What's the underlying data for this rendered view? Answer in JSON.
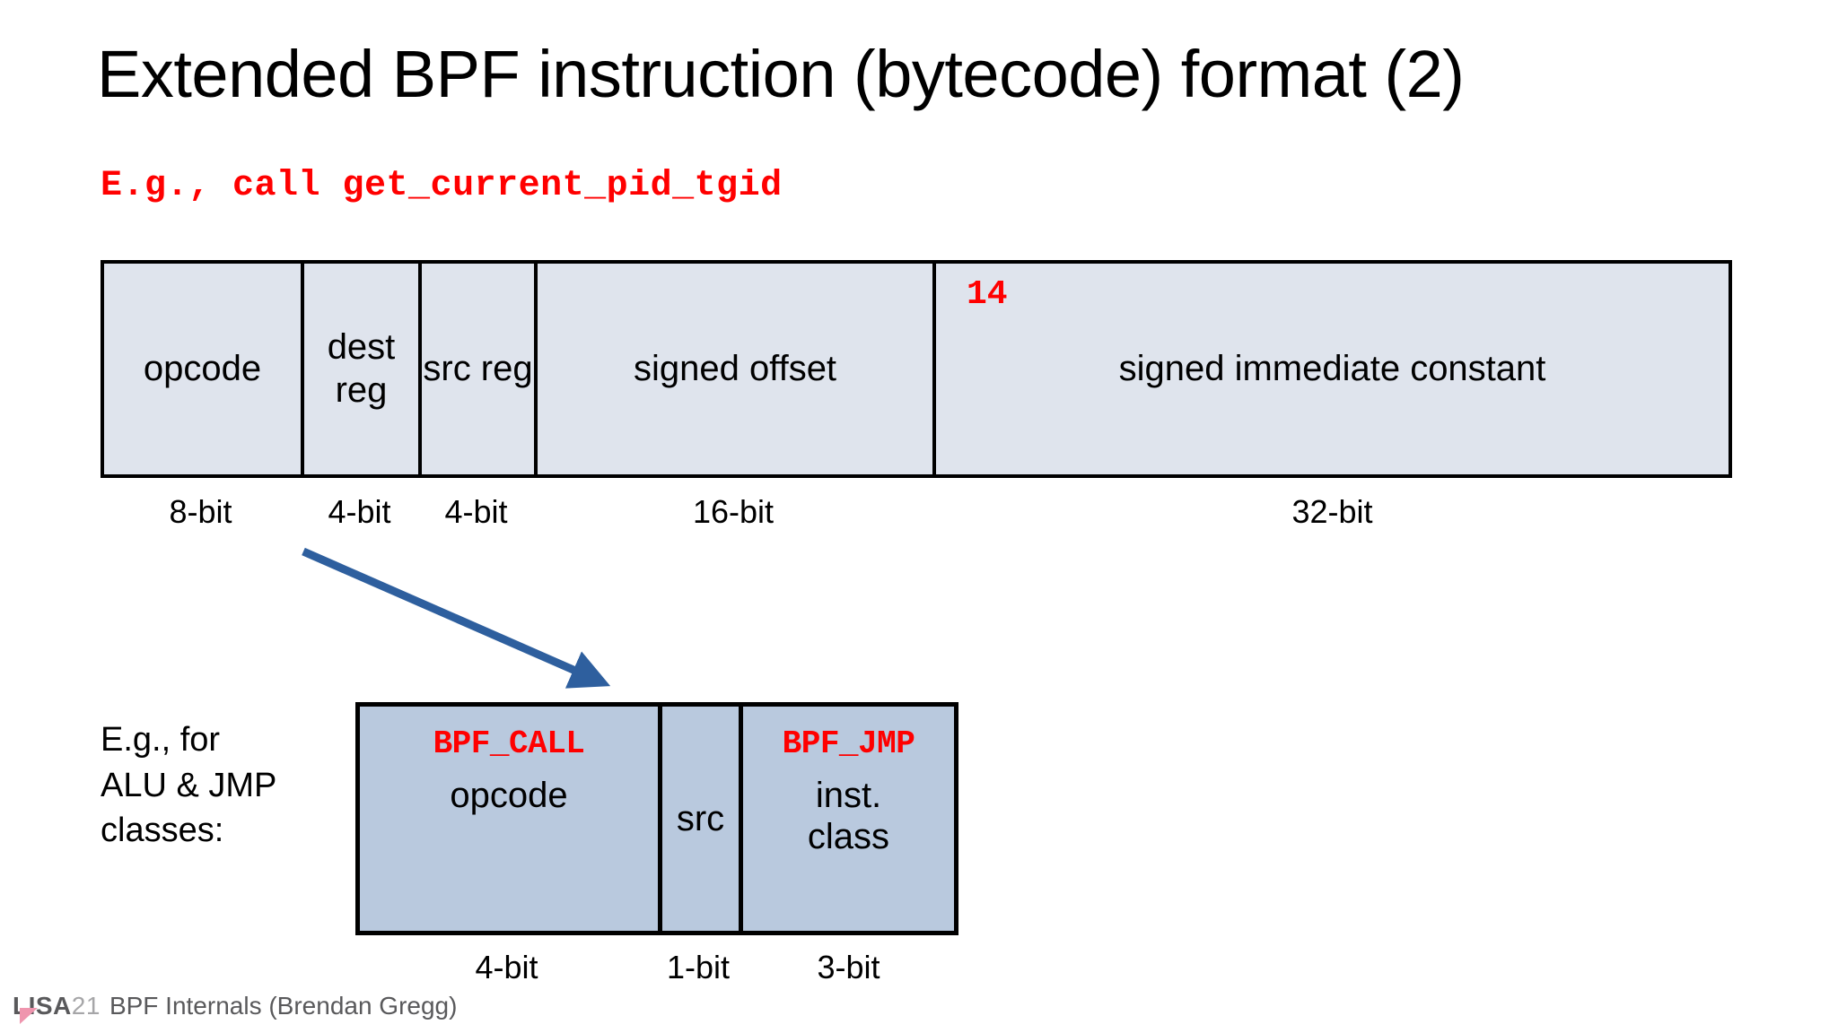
{
  "slide": {
    "title": "Extended BPF instruction (bytecode) format (2)",
    "code_example": "E.g., call get_current_pid_tgid",
    "accent_red": "#ff0000",
    "accent_blue": "#2e5f9e",
    "cell_fill_light": "#dfe4ed",
    "cell_fill_dark": "#b9c9de",
    "border_color": "#000000"
  },
  "instruction_format": {
    "fields": [
      {
        "label": "opcode",
        "bits": "8-bit",
        "annotation": ""
      },
      {
        "label": "dest\nreg",
        "bits": "4-bit",
        "annotation": ""
      },
      {
        "label": "src\nreg",
        "bits": "4-bit",
        "annotation": ""
      },
      {
        "label": "signed\noffset",
        "bits": "16-bit",
        "annotation": ""
      },
      {
        "label": "signed\nimmediate constant",
        "bits": "32-bit",
        "annotation": "14"
      }
    ]
  },
  "opcode_breakdown": {
    "caption": "E.g., for\nALU & JMP\nclasses:",
    "fields": [
      {
        "tag": "BPF_CALL",
        "label": "opcode",
        "bits": "4-bit"
      },
      {
        "tag": "",
        "label": "src",
        "bits": "1-bit"
      },
      {
        "tag": "BPF_JMP",
        "label": "inst.\nclass",
        "bits": "3-bit"
      }
    ]
  },
  "footer": {
    "logo_strong": "LISA",
    "logo_light": "21",
    "text": "BPF Internals (Brendan Gregg)"
  }
}
